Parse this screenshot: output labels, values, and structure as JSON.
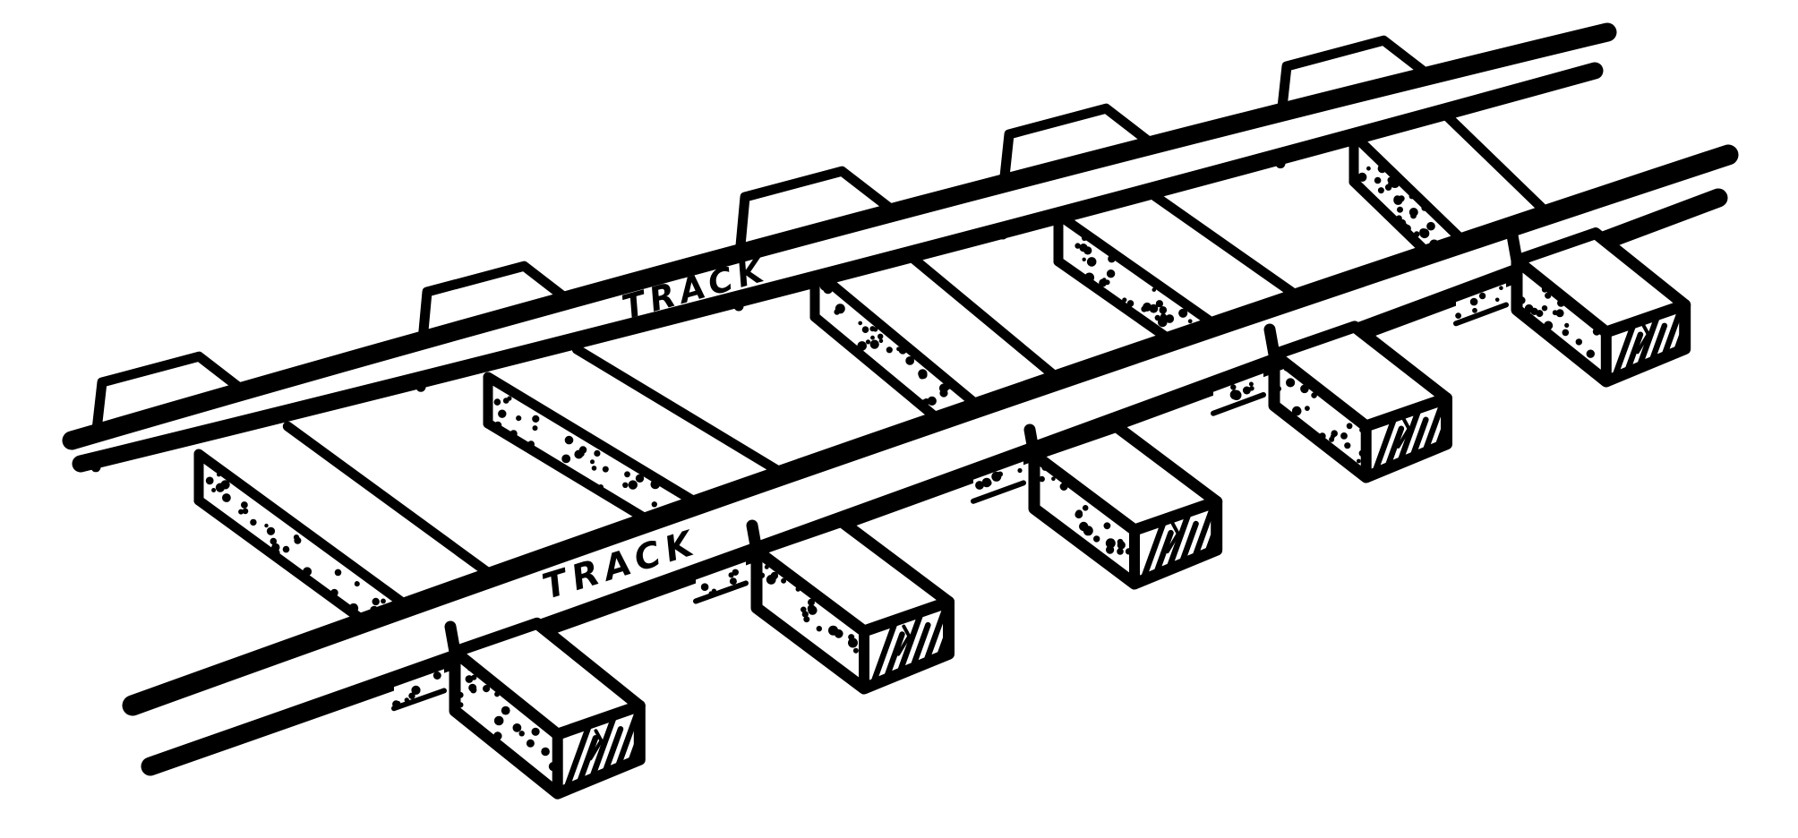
{
  "figure": {
    "subject": "perspective pen-and-ink line drawing of a railroad track: two rails resting on rectangular wooden sleepers (ties)",
    "style": "black ink on white paper, stippled wood faces, hatched sleeper end faces",
    "ink_color": "#000000",
    "paper_color": "#ffffff",
    "labels": [
      {
        "text": "TRACK",
        "location": "upper-rail"
      },
      {
        "text": "TRACK",
        "location": "lower-rail"
      }
    ],
    "rails_visible": 2,
    "sleepers_visible": 5
  }
}
